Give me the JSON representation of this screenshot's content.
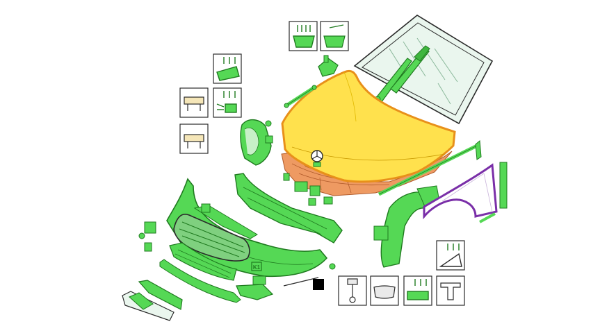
{
  "diagram": {
    "colors": {
      "green": "#55d855",
      "green_dark": "#1f7a1f",
      "yellow": "#ffe14d",
      "orange_outline": "#e8901a",
      "salmon": "#ee9a62",
      "purple": "#7a2fa8",
      "outline": "#2a2a2a"
    },
    "callouts": {
      "bracket_marker": "K1"
    },
    "icon_boxes": [
      {
        "id": "wiper-screws",
        "icon": "screws-wiper-icon"
      },
      {
        "id": "glass-sealant",
        "icon": "sealant-glass-icon"
      },
      {
        "id": "pad-screws",
        "icon": "screws-pad-icon"
      },
      {
        "id": "clip-a",
        "icon": "clip-icon"
      },
      {
        "id": "lamp-screws",
        "icon": "screws-lamp-icon"
      },
      {
        "id": "clip-b",
        "icon": "clip-icon"
      },
      {
        "id": "fender-screws",
        "icon": "screws-fender-icon"
      },
      {
        "id": "tow-eye",
        "icon": "tow-eye-icon"
      },
      {
        "id": "handle",
        "icon": "handle-icon"
      },
      {
        "id": "trim-screws",
        "icon": "screws-trim-icon"
      },
      {
        "id": "bracket",
        "icon": "bracket-icon"
      }
    ]
  }
}
